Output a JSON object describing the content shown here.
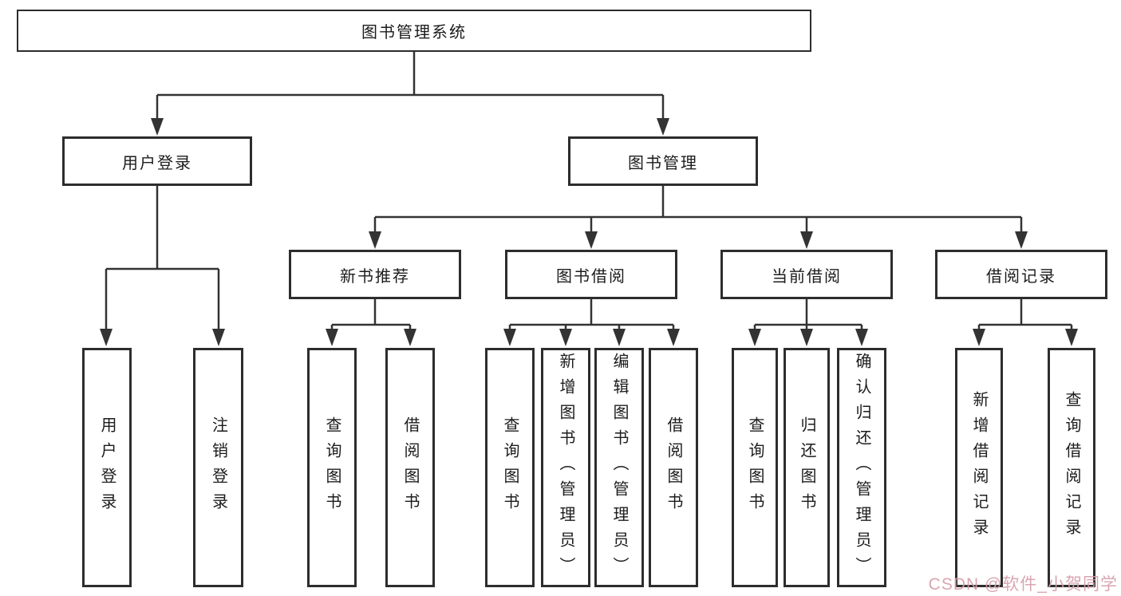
{
  "diagram": {
    "title": "图书管理系统",
    "level2": [
      {
        "id": "user-login",
        "label": "用户登录"
      },
      {
        "id": "book-management",
        "label": "图书管理"
      }
    ],
    "level3": [
      {
        "id": "new-book-recommend",
        "label": "新书推荐",
        "parent": "图书管理"
      },
      {
        "id": "book-borrow",
        "label": "图书借阅",
        "parent": "图书管理"
      },
      {
        "id": "current-borrow",
        "label": "当前借阅",
        "parent": "图书管理"
      },
      {
        "id": "borrow-records",
        "label": "借阅记录",
        "parent": "图书管理"
      }
    ],
    "leaves": [
      {
        "parent": "用户登录",
        "label": "用户登录"
      },
      {
        "parent": "用户登录",
        "label": "注销登录"
      },
      {
        "parent": "新书推荐",
        "label": "查询图书"
      },
      {
        "parent": "新书推荐",
        "label": "借阅图书"
      },
      {
        "parent": "图书借阅",
        "label": "查询图书"
      },
      {
        "parent": "图书借阅",
        "label": "新增图书（管理员）"
      },
      {
        "parent": "图书借阅",
        "label": "编辑图书（管理员）"
      },
      {
        "parent": "图书借阅",
        "label": "借阅图书"
      },
      {
        "parent": "当前借阅",
        "label": "查询图书"
      },
      {
        "parent": "当前借阅",
        "label": "归还图书"
      },
      {
        "parent": "当前借阅",
        "label": "确认归还（管理员）"
      },
      {
        "parent": "借阅记录",
        "label": "新增借阅记录"
      },
      {
        "parent": "借阅记录",
        "label": "查询借阅记录"
      }
    ]
  },
  "watermark": {
    "text": "CSDN @软件_小贺同学",
    "color": "#d69daa"
  },
  "colors": {
    "background": "#ffffff",
    "border": "#2d2d2d",
    "line": "#333333",
    "text": "#1c1c1c"
  }
}
